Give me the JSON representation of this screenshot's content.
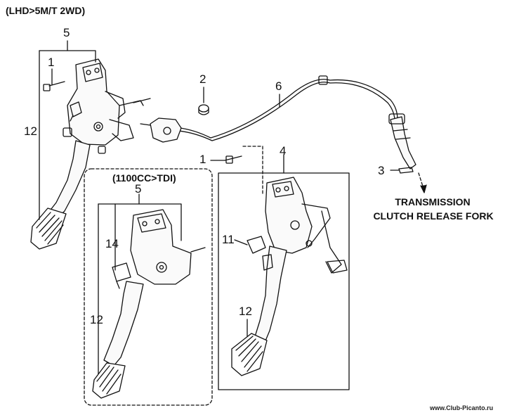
{
  "header": "(LHD>5M/T 2WD)",
  "variant_label": "(1100CC>TDI)",
  "callouts": {
    "assy_main": "5",
    "bolt_main": "1",
    "pedal_main": "12",
    "bushing": "2",
    "cable": "6",
    "assy_right": "4",
    "bolt_right": "1",
    "pin": "3",
    "bracket_right": "11",
    "pedal_right": "12",
    "assy_inset": "5",
    "switch_inset": "14",
    "pedal_inset": "12"
  },
  "destination": [
    "TRANSMISSION",
    "CLUTCH RELEASE FORK"
  ],
  "watermark": "www.Club-Picanto.ru",
  "colors": {
    "line": "#111111",
    "background": "#ffffff"
  }
}
